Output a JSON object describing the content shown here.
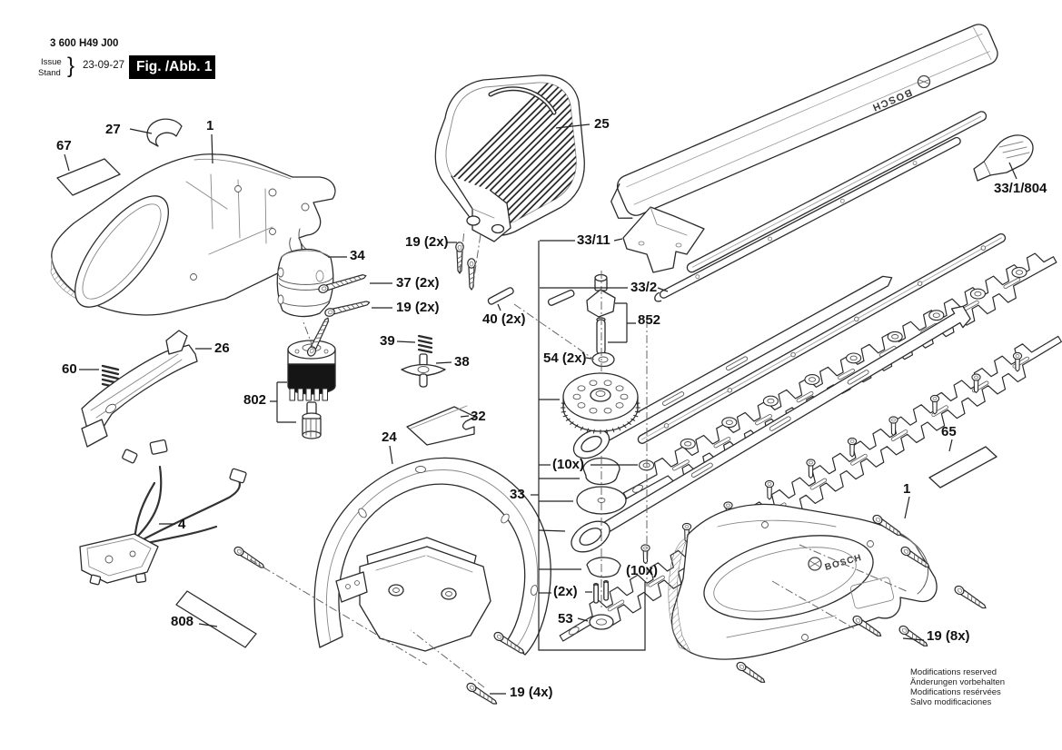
{
  "header": {
    "model": "3 600 H49 J00",
    "issue_label": "Issue",
    "stand_label": "Stand",
    "brace": "}",
    "date": "23-09-27",
    "figure_label": "Fig. /Abb. 1"
  },
  "brand": {
    "name": "BOSCH"
  },
  "callouts": [
    {
      "text": "27"
    },
    {
      "text": "1"
    },
    {
      "text": "67"
    },
    {
      "text": "25"
    },
    {
      "text": "33/1/804"
    },
    {
      "text": "19 (2x)"
    },
    {
      "text": "33/11"
    },
    {
      "text": "34"
    },
    {
      "text": "37 (2x)"
    },
    {
      "text": "19 (2x)"
    },
    {
      "text": "40 (2x)"
    },
    {
      "text": "33/2"
    },
    {
      "text": "852"
    },
    {
      "text": "39"
    },
    {
      "text": "54 (2x)"
    },
    {
      "text": "26"
    },
    {
      "text": "38"
    },
    {
      "text": "60"
    },
    {
      "text": "802"
    },
    {
      "text": "32"
    },
    {
      "text": "65"
    },
    {
      "text": "(10x)"
    },
    {
      "text": "24"
    },
    {
      "text": "33"
    },
    {
      "text": "1"
    },
    {
      "text": "4"
    },
    {
      "text": "(10x)"
    },
    {
      "text": "(2x)"
    },
    {
      "text": "808"
    },
    {
      "text": "53"
    },
    {
      "text": "19 (8x)"
    },
    {
      "text": "19 (4x)"
    }
  ],
  "footer": {
    "lines": [
      "Modifications reserved",
      "Änderungen vorbehalten",
      "Modifications resérvées",
      "Salvo modificaciones"
    ]
  }
}
